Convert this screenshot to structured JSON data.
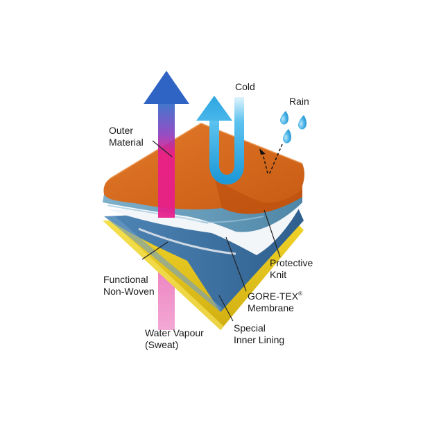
{
  "labels": {
    "cold": "Cold",
    "rain": "Rain",
    "outer_material": [
      "Outer",
      "Material"
    ],
    "protective_knit": [
      "Protective",
      "Knit"
    ],
    "functional_non_woven": [
      "Functional",
      "Non-Woven"
    ],
    "gore_tex_membrane": {
      "line1": "GORE-TEX",
      "mark": "®",
      "line2": "Membrane"
    },
    "special_inner_lining": [
      "Special",
      "Inner Lining"
    ],
    "water_vapour": [
      "Water Vapour",
      "(Sweat)"
    ]
  },
  "colors": {
    "outer_material": "#d9691c",
    "protective_knit": "#5f95b3",
    "membrane": "#eef2f6",
    "non_woven": "#3a6e9e",
    "inner_lining": "#e2c51a",
    "vapour_arrow_top": "#2d6fc9",
    "vapour_arrow_bottom": "#e81c8c",
    "cold_arrow": "#3fb0e6",
    "rain_drop": "#3aa8e0"
  }
}
